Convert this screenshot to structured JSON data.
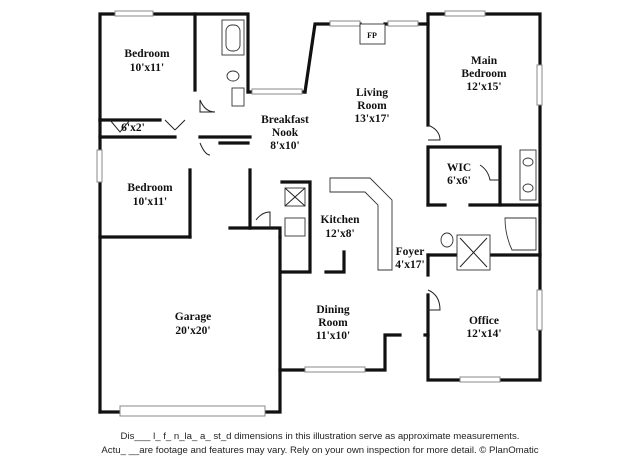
{
  "rooms": [
    {
      "id": "bedroom1",
      "name": "Bedroom",
      "size": "10'x11'"
    },
    {
      "id": "closet",
      "name": "6'x2'",
      "size": ""
    },
    {
      "id": "bedroom2",
      "name": "Bedroom",
      "size": "10'x11'"
    },
    {
      "id": "garage",
      "name": "Garage",
      "size": "20'x20'"
    },
    {
      "id": "breakfast",
      "name": "Breakfast",
      "name2": "Nook",
      "size": "8'x10'"
    },
    {
      "id": "living",
      "name": "Living",
      "name2": "Room",
      "size": "13'x17'"
    },
    {
      "id": "kitchen",
      "name": "Kitchen",
      "size": "12'x8'"
    },
    {
      "id": "dining",
      "name": "Dining",
      "name2": "Room",
      "size": "11'x10'"
    },
    {
      "id": "foyer",
      "name": "Foyer",
      "size": "4'x17'"
    },
    {
      "id": "main_bedroom",
      "name": "Main",
      "name2": "Bedroom",
      "size": "12'x15'"
    },
    {
      "id": "wic",
      "name": "WIC",
      "size": "6'x6'"
    },
    {
      "id": "office",
      "name": "Office",
      "size": "12'x14'"
    }
  ],
  "fireplace_label": "FP",
  "disclaimer": {
    "line1": "Dis___ l_ f_ n_la_ a_ st_d dimensions in this illustration serve as approximate measurements.",
    "line2": "Actu_ __are footage and features may vary. Rely on your own inspection for more detail. © PlanOmatic"
  }
}
